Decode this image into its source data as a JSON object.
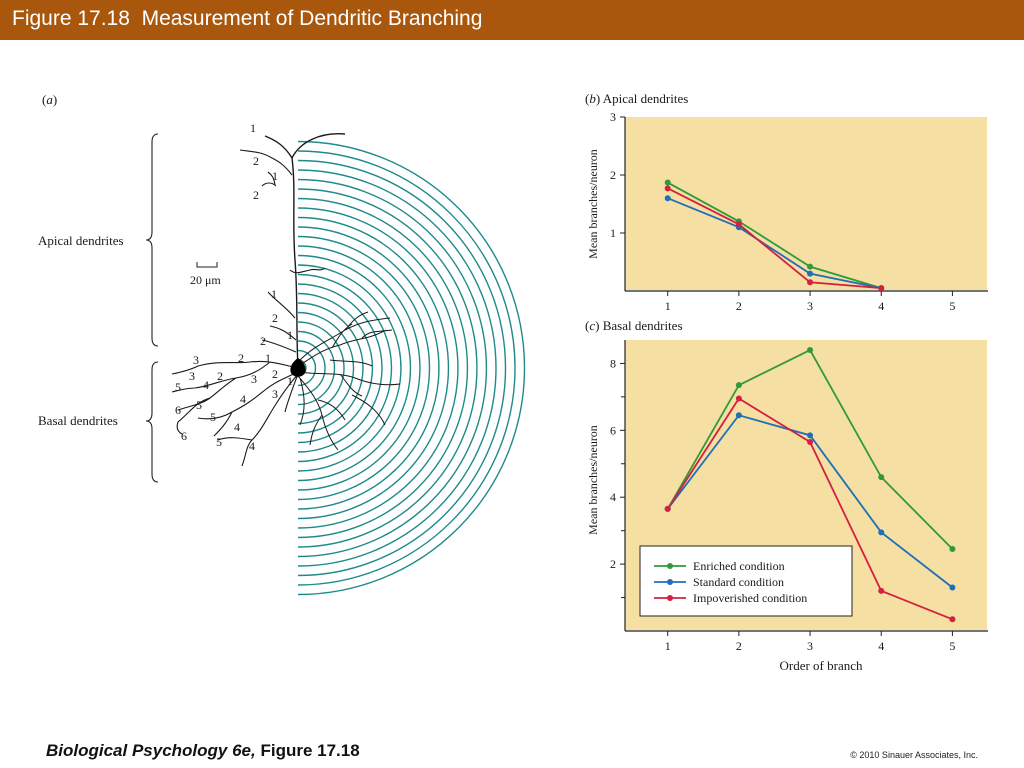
{
  "header": {
    "title": "Figure 17.18  Measurement of Dendritic Branching"
  },
  "panel_a": {
    "letter": "a",
    "apical_label": "Apical dendrites",
    "basal_label": "Basal dendrites",
    "scale_label": "20 μm"
  },
  "panel_b": {
    "letter": "b",
    "title": "Apical dendrites"
  },
  "panel_c": {
    "letter": "c",
    "title": "Basal dendrites"
  },
  "footer": {
    "book_italic": "Biological Psychology 6e,",
    "figure_ref": " Figure 17.18",
    "copyright": "© 2010 Sinauer Associates, Inc."
  },
  "colors": {
    "enriched": "#2f9a3a",
    "standard": "#1f6fb8",
    "impoverished": "#d3203f",
    "plot_bg": "#f5dfa2",
    "rings": "#1e8a8a",
    "title_bar": "#a9570d"
  },
  "chart_data": [
    {
      "type": "line",
      "panel": "b",
      "title": "Apical dendrites",
      "ylabel": "Mean branches/neuron",
      "xlabel": "",
      "x": [
        1,
        2,
        3,
        4,
        5
      ],
      "xlim": [
        0.4,
        5.5
      ],
      "ylim": [
        0,
        3
      ],
      "yticks": [
        1,
        2,
        3
      ],
      "series": [
        {
          "name": "Enriched condition",
          "color": "#2f9a3a",
          "x": [
            1,
            2,
            3,
            4
          ],
          "values": [
            1.87,
            1.2,
            0.42,
            0.05
          ]
        },
        {
          "name": "Standard condition",
          "color": "#1f6fb8",
          "x": [
            1,
            2,
            3,
            4
          ],
          "values": [
            1.6,
            1.1,
            0.3,
            0.05
          ]
        },
        {
          "name": "Impoverished condition",
          "color": "#d3203f",
          "x": [
            1,
            2,
            3,
            4
          ],
          "values": [
            1.77,
            1.15,
            0.15,
            0.05
          ]
        }
      ]
    },
    {
      "type": "line",
      "panel": "c",
      "title": "Basal dendrites",
      "ylabel": "Mean branches/neuron",
      "xlabel": "Order of branch",
      "x": [
        1,
        2,
        3,
        4,
        5
      ],
      "xlim": [
        0.4,
        5.5
      ],
      "ylim": [
        0,
        8.7
      ],
      "yticks": [
        2,
        4,
        6,
        8
      ],
      "minor_yticks": [
        1,
        3,
        5,
        7
      ],
      "legend": "bottom-left",
      "series": [
        {
          "name": "Enriched condition",
          "color": "#2f9a3a",
          "x": [
            1,
            2,
            3,
            4,
            5
          ],
          "values": [
            3.65,
            7.35,
            8.4,
            4.6,
            2.45
          ]
        },
        {
          "name": "Standard condition",
          "color": "#1f6fb8",
          "x": [
            1,
            2,
            3,
            4,
            5
          ],
          "values": [
            3.65,
            6.45,
            5.85,
            2.95,
            1.3
          ]
        },
        {
          "name": "Impoverished condition",
          "color": "#d3203f",
          "x": [
            1,
            2,
            3,
            4,
            5
          ],
          "values": [
            3.65,
            6.95,
            5.65,
            1.2,
            0.35
          ]
        }
      ]
    }
  ]
}
